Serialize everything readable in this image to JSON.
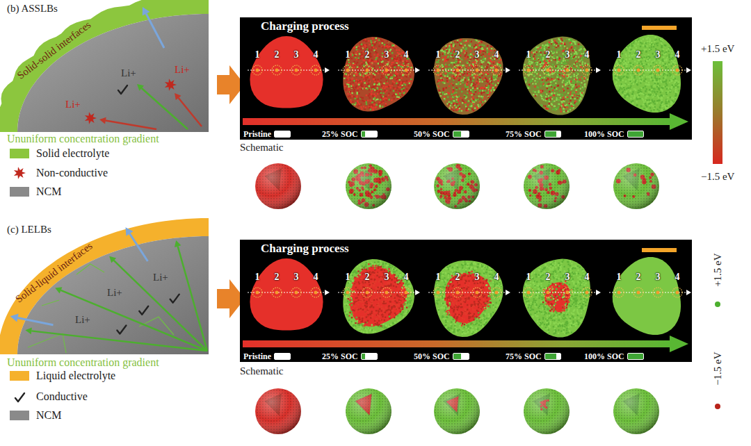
{
  "diagram": {
    "nodes": [
      {
        "text": [
          "Charging process"
        ]
      },
      {
        "text": [
          "Charging process"
        ]
      }
    ],
    "labels": [
      "(b) ASSLBs",
      "Solid-solid interfaces",
      "Li+",
      "Li+",
      "Li+",
      "Ununiform concentration gradient",
      "1",
      "2",
      "3",
      "4",
      "1",
      "2",
      "3",
      "4",
      "1",
      "2",
      "3",
      "4",
      "1",
      "2",
      "3",
      "4",
      "1",
      "2",
      "3",
      "4",
      "Pristine",
      "25% SOC",
      "50% SOC",
      "75% SOC",
      "100% SOC",
      "+1.5 eV",
      "−1.5 eV",
      "Schematic",
      "(c) LELBs",
      "Solid-liquid interfaces",
      "Li+",
      "Li+",
      "Li+",
      "Ununiform concentration gradient",
      "1",
      "2",
      "3",
      "4",
      "1",
      "2",
      "3",
      "4",
      "1",
      "2",
      "3",
      "4",
      "1",
      "2",
      "3",
      "4",
      "1",
      "2",
      "3",
      "4",
      "Pristine",
      "25% SOC",
      "50% SOC",
      "75% SOC",
      "100% SOC",
      "+1.5 eV",
      "−1.5 eV",
      "Schematic"
    ],
    "legend": [
      {
        "text": "Solid electrolyte",
        "color": "#8cc63e"
      },
      {
        "text": "Non-conductive"
      },
      {
        "text": "NCM",
        "color": "#8a8a8a"
      },
      {
        "text": "Liquid electrolyte",
        "color": "#f5b12c"
      },
      {
        "text": "Conductive"
      },
      {
        "text": "NCM",
        "color": "#8a8a8a"
      }
    ]
  }
}
